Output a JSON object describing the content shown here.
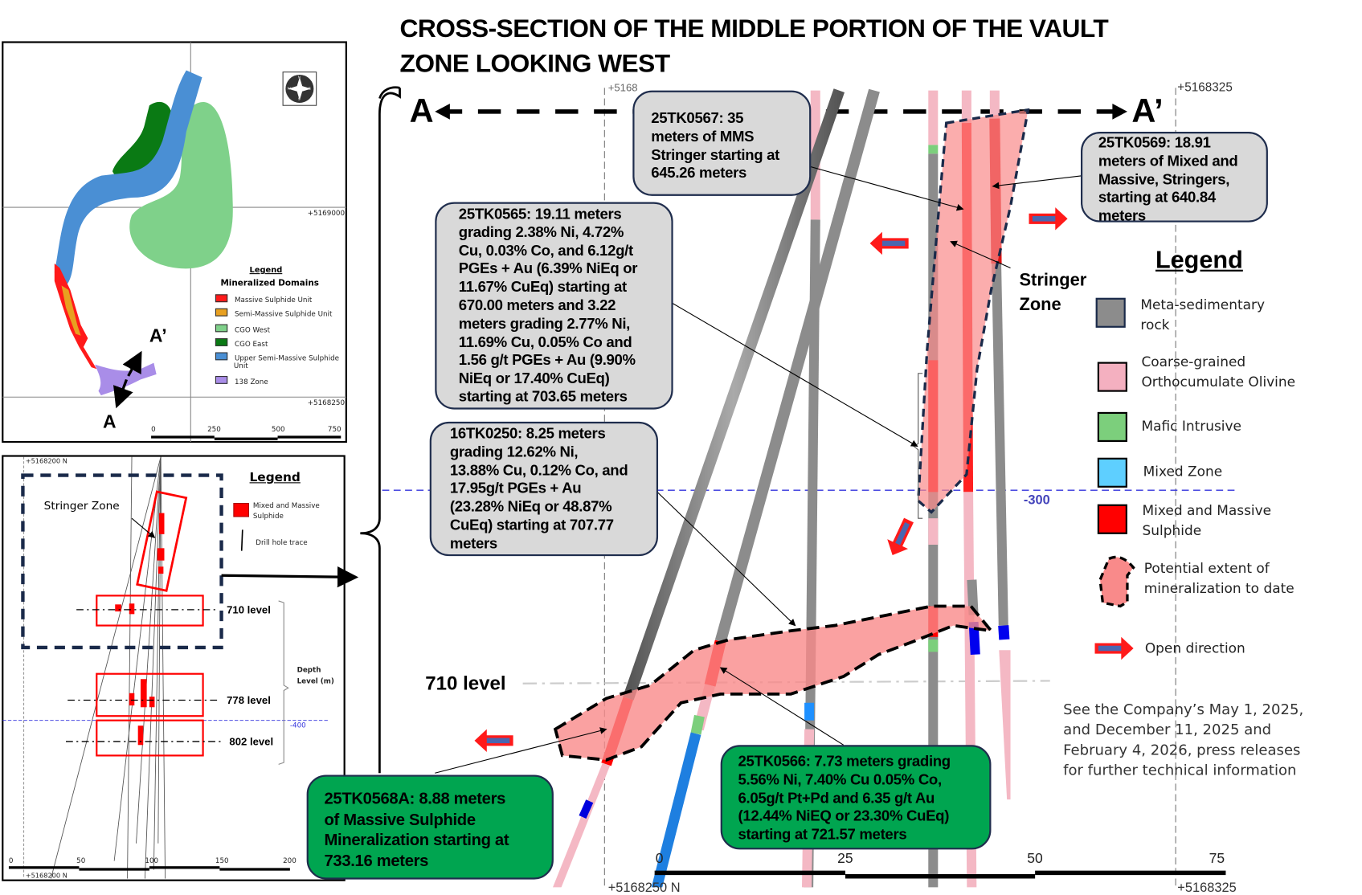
{
  "title": {
    "lines": [
      "CROSS-SECTION OF THE MIDDLE PORTION OF THE VAULT",
      "ZONE LOOKING WEST"
    ]
  },
  "section": {
    "a_label": "A",
    "a_prime_label": "A’",
    "level_710": "710 level",
    "depth_marker": "-300",
    "stringer_zone": [
      "Stringer",
      "Zone"
    ],
    "northing_top_right": "+5168325",
    "northing_top_left_partial": "+5168",
    "northing_bottom_left": "+5168250 N",
    "northing_bottom_right": "+5168325",
    "scale_ticks": [
      "0",
      "25",
      "50",
      "75"
    ]
  },
  "callouts": {
    "c0567": {
      "lines": [
        "25TK0567: 35",
        "meters of MMS",
        "Stringer starting at",
        "645.26 meters"
      ]
    },
    "c0569": {
      "lines": [
        "25TK0569: 18.91",
        "meters of  Mixed and",
        "Massive, Stringers,",
        "starting at 640.84",
        "meters"
      ]
    },
    "c0565": {
      "lines": [
        "25TK0565: 19.11 meters",
        "grading 2.38% Ni, 4.72%",
        "Cu, 0.03% Co, and 6.12g/t",
        "PGEs + Au (6.39% NiEq or",
        "11.67% CuEq) starting at",
        "670.00 meters  and 3.22",
        "meters grading 2.77% Ni,",
        "11.69% Cu, 0.05% Co and",
        "1.56 g/t PGEs + Au (9.90%",
        "NiEq or 17.40% CuEq)",
        "starting at 703.65 meters"
      ]
    },
    "c0250": {
      "lines": [
        "16TK0250: 8.25 meters",
        "grading 12.62% Ni,",
        "13.88% Cu, 0.12% Co, and",
        "17.95g/t PGEs + Au",
        "(23.28% NiEq or 48.87%",
        "CuEq) starting at 707.77",
        "meters"
      ]
    },
    "c0568A": {
      "lines": [
        "25TK0568A: 8.88 meters",
        "of Massive Sulphide",
        "Mineralization starting at",
        "733.16 meters"
      ]
    },
    "c0566": {
      "lines": [
        "25TK0566: 7.73 meters grading",
        "5.56% Ni, 7.40% Cu 0.05% Co,",
        "6.05g/t Pt+Pd and 6.35 g/t Au",
        "(12.44% NiEQ or 23.30% CuEq)",
        "starting at 721.57 meters"
      ]
    }
  },
  "legend": {
    "title": "Legend",
    "items": [
      {
        "label": [
          "Meta-sedimentary",
          "rock"
        ],
        "color": "#8c8c8c"
      },
      {
        "label": [
          "Coarse-grained",
          "Orthocumulate Olivine"
        ],
        "color": "#f4b0c0"
      },
      {
        "label": [
          "Mafic Intrusive"
        ],
        "color": "#7ccf7c"
      },
      {
        "label": [
          "Mixed Zone"
        ],
        "color": "#5ecfff"
      },
      {
        "label": [
          "Mixed and Massive",
          "Sulphide"
        ],
        "color": "#ff0000"
      },
      {
        "label": [
          "Potential extent of",
          "mineralization to date"
        ],
        "color": "#f98a8a"
      },
      {
        "label": [
          "Open direction"
        ],
        "color": "#ff1a1a"
      }
    ]
  },
  "note": {
    "lines": [
      "See the Company’s May 1, 2025,",
      "and December 11, 2025 and",
      "February 4, 2026, press releases",
      "for further technical information"
    ]
  },
  "plan_map": {
    "legend_title": "Legend",
    "legend_subtitle": "Mineralized Domains",
    "items": [
      {
        "label": [
          "Massive Sulphide Unit"
        ],
        "color": "#ff1a1a"
      },
      {
        "label": [
          "Semi-Massive Sulphide Unit"
        ],
        "color": "#e8a020"
      },
      {
        "label": [
          "CGO West"
        ],
        "color": "#7fd18a"
      },
      {
        "label": [
          "CGO East"
        ],
        "color": "#0a7a14"
      },
      {
        "label": [
          "Upper Semi-Massive Sulphide",
          "Unit"
        ],
        "color": "#4a8fd4"
      },
      {
        "label": [
          "138 Zone"
        ],
        "color": "#a98de8"
      }
    ],
    "northing_1": "+5169000",
    "northing_2": "+5168250",
    "scale_ticks": [
      "0",
      "250",
      "500",
      "750"
    ],
    "a_label": "A",
    "a_prime_label": "A’",
    "compass": [
      "N",
      "E",
      "S",
      "W"
    ]
  },
  "long_section": {
    "northing_top": "+5168200 N",
    "northing_bottom": "+5168200 N",
    "stringer_zone": "Stringer Zone",
    "legend_title": "Legend",
    "legend_items": [
      [
        "Mixed and Massive",
        "Sulphide"
      ],
      [
        "Drill hole trace"
      ]
    ],
    "levels": [
      "710 level",
      "778 level",
      "802 level"
    ],
    "depth_label": [
      "Depth",
      "Level (m)"
    ],
    "depth_marker": "-400",
    "scale_ticks": [
      "0",
      "50",
      "100",
      "150",
      "200"
    ]
  }
}
